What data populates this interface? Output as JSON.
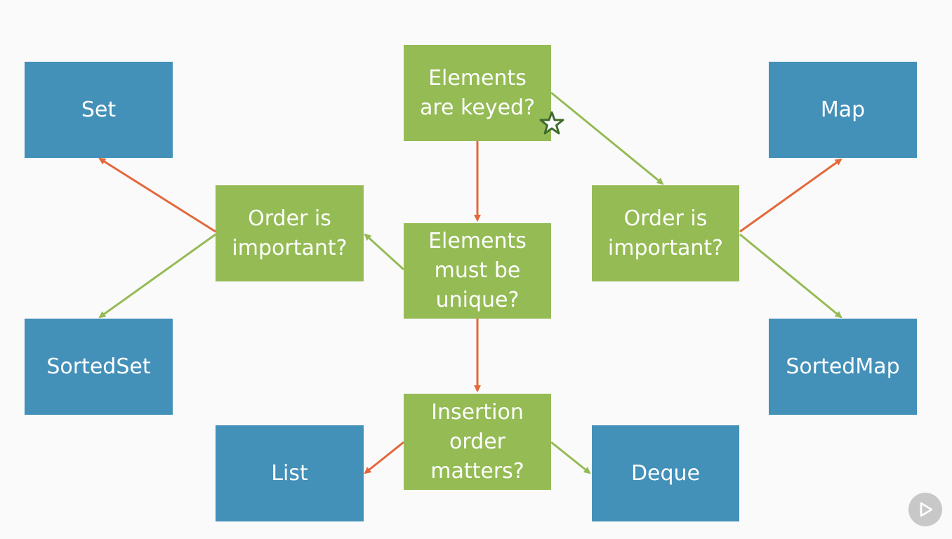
{
  "nodes": {
    "keyed": "Elements\nare keyed?",
    "unique": "Elements\nmust be\nunique?",
    "insertion": "Insertion\norder\nmatters?",
    "order_left": "Order is\nimportant?",
    "order_right": "Order is\nimportant?",
    "set": "Set",
    "sortedset": "SortedSet",
    "map": "Map",
    "sortedmap": "SortedMap",
    "list": "List",
    "deque": "Deque"
  },
  "colors": {
    "decision": "#95bb55",
    "result": "#4390b9",
    "yes_arrow": "#95bb55",
    "no_arrow": "#e3683a"
  },
  "icons": {
    "star": "star-icon",
    "play": "play-icon"
  }
}
